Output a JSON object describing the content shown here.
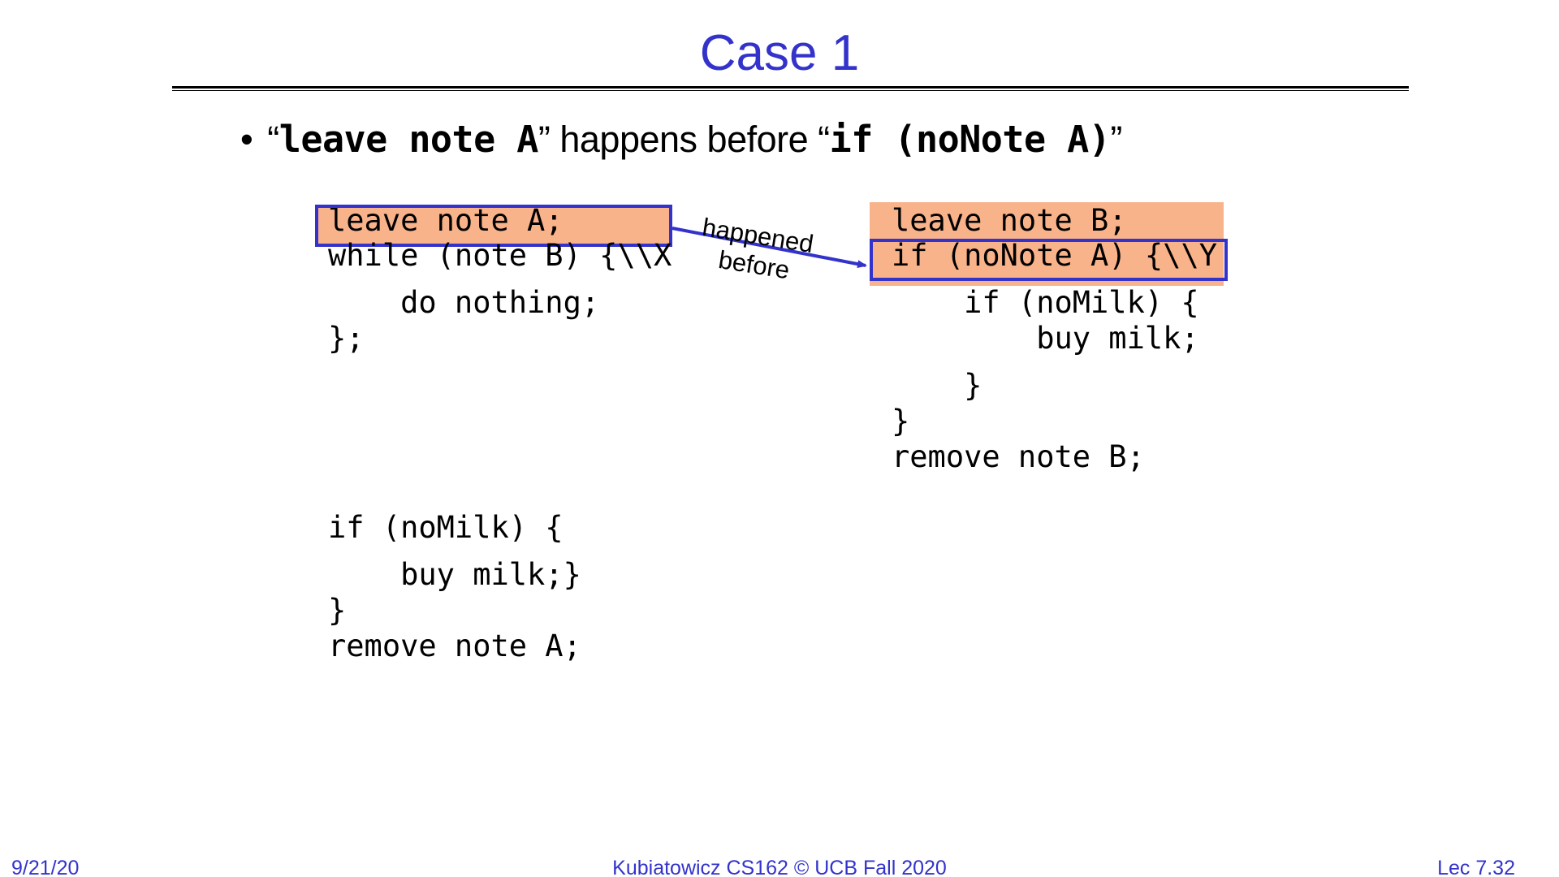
{
  "slide": {
    "title": "Case 1",
    "bullet": {
      "marker": "•",
      "quote_open_1": "“",
      "code_1": "leave note A",
      "quote_close_1": "”",
      "middle_text": " happens before ",
      "quote_open_2": "“",
      "code_2": "if (noNote A)",
      "quote_close_2": "”"
    },
    "thread_a": {
      "line_1": "leave note A;",
      "line_2": "while (note B) {\\\\X",
      "line_3": "    do nothing;",
      "line_4": "};",
      "line_5": "if (noMilk) {",
      "line_6": "    buy milk;}",
      "line_7": "}",
      "line_8": "remove note A;"
    },
    "thread_b": {
      "line_1": "leave note B;",
      "line_2": "if (noNote A) {\\\\Y",
      "line_3": "    if (noMilk) {",
      "line_4": "        buy milk;",
      "line_5": "    }",
      "line_6": "}",
      "line_7": "remove note B;"
    },
    "arrow": {
      "label_line_1": "happened",
      "label_line_2": "before"
    },
    "colors": {
      "title": "#3333cc",
      "box": "#3333cc",
      "highlight": "#f9b38a",
      "footer": "#3333cc"
    },
    "footer": {
      "date": "9/21/20",
      "course": "Kubiatowicz CS162 © UCB Fall 2020",
      "lecture": "Lec 7.32"
    }
  }
}
